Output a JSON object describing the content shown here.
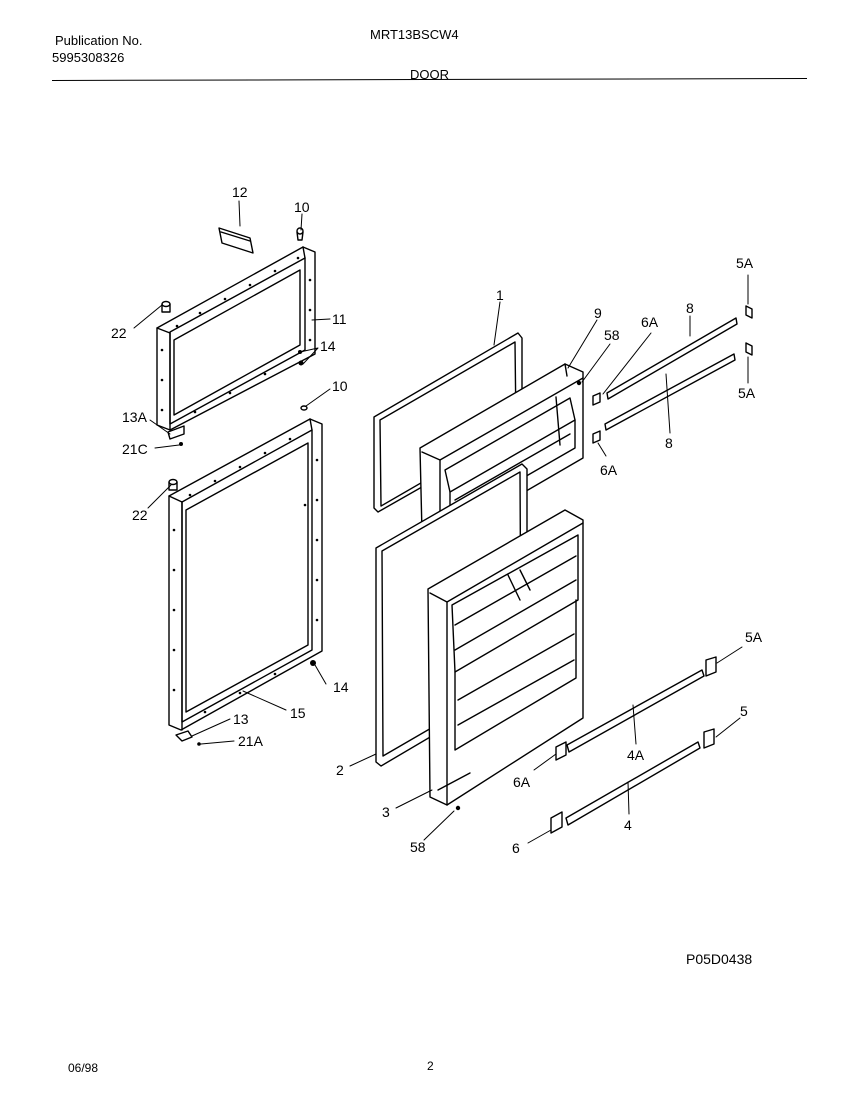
{
  "header": {
    "publication_label": "Publication No.",
    "publication_number": "5995308326",
    "model": "MRT13BSCW4",
    "section": "DOOR"
  },
  "callouts": {
    "c12": "12",
    "c10a": "10",
    "c22a": "22",
    "c11": "11",
    "c14a": "14",
    "c10b": "10",
    "c13a": "13A",
    "c21c": "21C",
    "c22b": "22",
    "c14b": "14",
    "c13": "13",
    "c15": "15",
    "c21a": "21A",
    "c1": "1",
    "c9": "9",
    "c58a": "58",
    "c6a1": "6A",
    "c8a": "8",
    "c5a1": "5A",
    "c5a2": "5A",
    "c8b": "8",
    "c6a2": "6A",
    "c2": "2",
    "c3": "3",
    "c58b": "58",
    "c5a3": "5A",
    "c5": "5",
    "c4a": "4A",
    "c6a3": "6A",
    "c4": "4",
    "c6": "6"
  },
  "footer": {
    "diagram_code": "P05D0438",
    "date": "06/98",
    "page": "2"
  }
}
